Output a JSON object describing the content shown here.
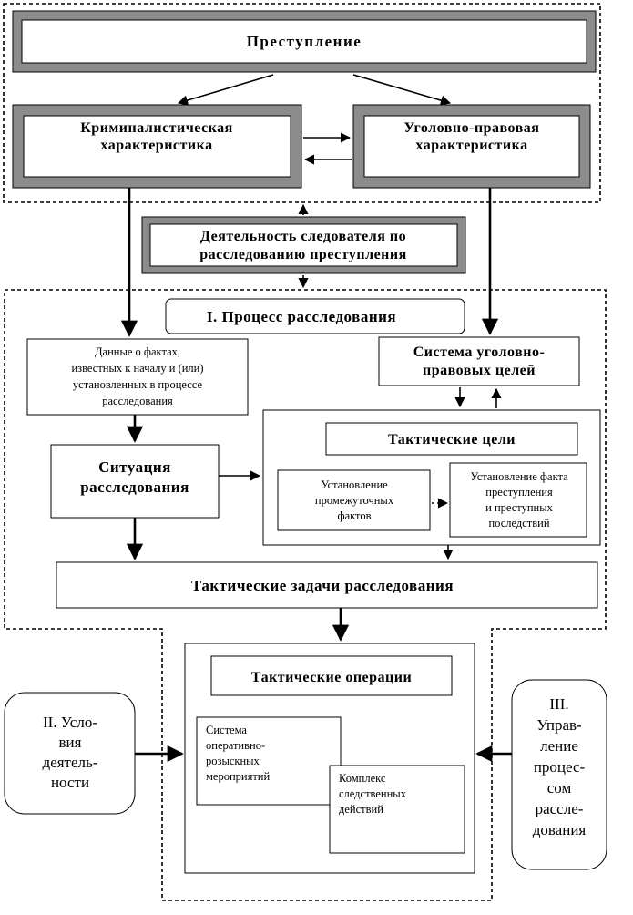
{
  "nodes": {
    "crime": "Преступление",
    "forensic_line1": "Криминалистическая",
    "forensic_line2": "характеристика",
    "legal_line1": "Уголовно-правовая",
    "legal_line2": "характеристика",
    "activity_line1": "Деятельность следователя по",
    "activity_line2": "расследованию преступления",
    "process": "I. Процесс расследования",
    "facts_line1": "Данные о фактах,",
    "facts_line2": "известных к началу и (или)",
    "facts_line3": "установленных в процессе",
    "facts_line4": "расследования",
    "goals_line1": "Система уголовно-",
    "goals_line2": "правовых целей",
    "situation_line1": "Ситуация",
    "situation_line2": "расследования",
    "tactical_goals": "Тактические цели",
    "intermediate_line1": "Установление",
    "intermediate_line2": "промежуточных",
    "intermediate_line3": "фактов",
    "fact_line1": "Установление факта",
    "fact_line2": "преступления",
    "fact_line3": "и преступных",
    "fact_line4": "последствий",
    "tasks": "Тактические задачи расследования",
    "operations": "Тактические операции",
    "operative_line1": "Система",
    "operative_line2": "оперативно-",
    "operative_line3": "розыскных",
    "operative_line4": "мероприятий",
    "complex_line1": "Комплекс",
    "complex_line2": "следственных",
    "complex_line3": "действий",
    "conditions_line1": "II. Усло-",
    "conditions_line2": "вия",
    "conditions_line3": "деятель-",
    "conditions_line4": "ности",
    "management_line1": "III.",
    "management_line2": "Управ-",
    "management_line3": "ление",
    "management_line4": "процес-",
    "management_line5": "сом",
    "management_line6": "рассле-",
    "management_line7": "дования"
  }
}
